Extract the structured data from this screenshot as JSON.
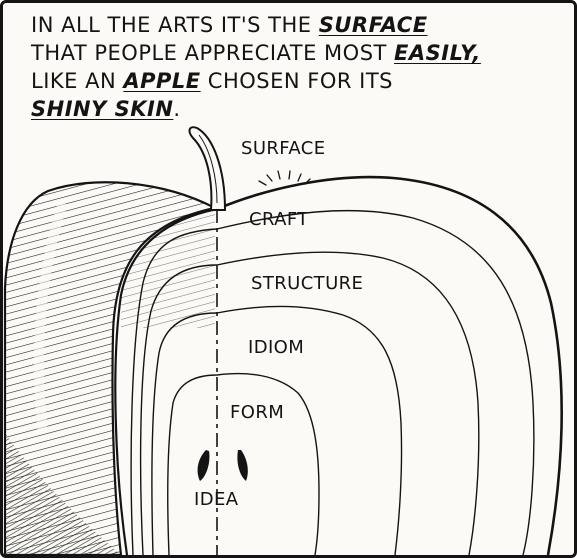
{
  "caption": {
    "line1": {
      "before": "IN ALL THE ARTS IT'S THE ",
      "emphasis": "SURFACE"
    },
    "line2": {
      "before": "THAT PEOPLE APPRECIATE MOST ",
      "emphasis": "EASILY,"
    },
    "line3": {
      "before": "LIKE AN ",
      "emphasis": "APPLE",
      "after": " CHOSEN FOR ITS"
    },
    "line4": {
      "emphasis": "SHINY SKIN",
      "after": "."
    }
  },
  "layers": [
    {
      "id": "surface",
      "label": "SURFACE"
    },
    {
      "id": "craft",
      "label": "CRAFT"
    },
    {
      "id": "structure",
      "label": "STRUCTURE"
    },
    {
      "id": "idiom",
      "label": "IDIOM"
    },
    {
      "id": "form",
      "label": "FORM"
    },
    {
      "id": "idea",
      "label": "IDEA"
    }
  ],
  "colors": {
    "ink": "#141414",
    "paper": "#fbfaf6"
  }
}
